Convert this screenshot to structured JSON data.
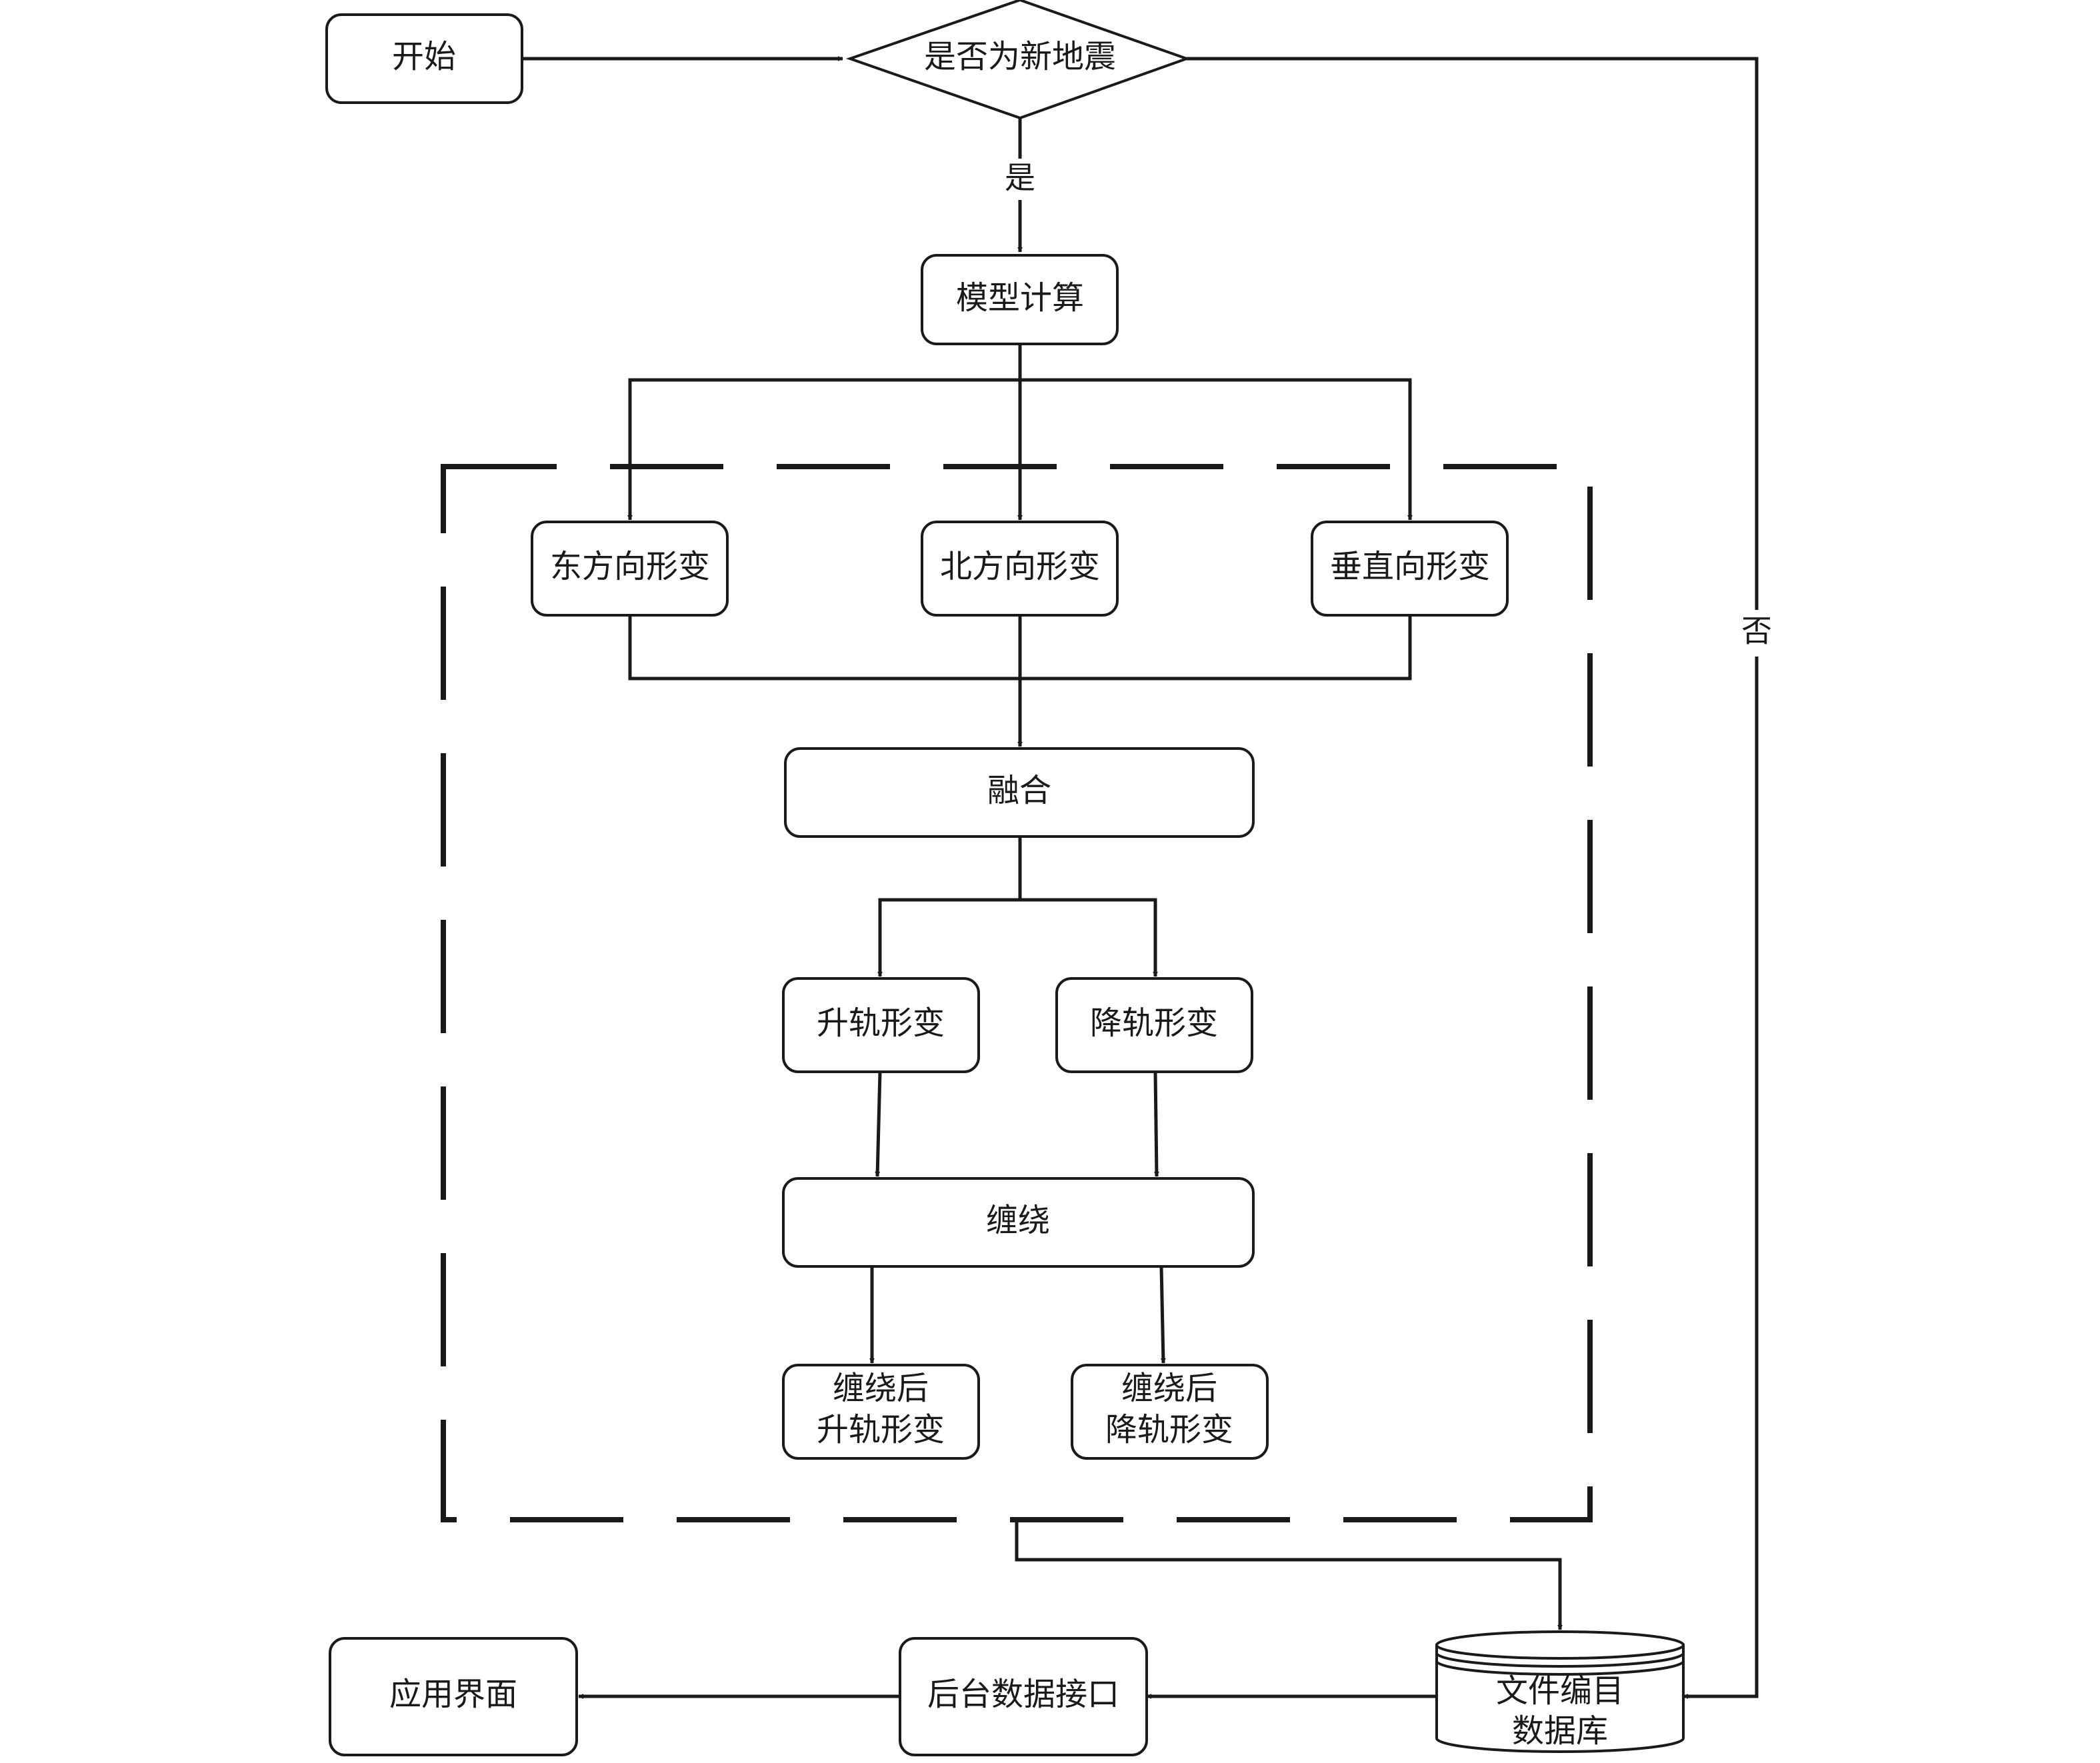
{
  "nodes": {
    "start": "开始",
    "decision": "是否为新地震",
    "model": "模型计算",
    "east": "东方向形变",
    "north": "北方向形变",
    "vertical": "垂直向形变",
    "fusion": "融合",
    "ascending": "升轨形变",
    "descending": "降轨形变",
    "wrapping": "缠绕",
    "wrapped_ascending_line1": "缠绕后",
    "wrapped_ascending_line2": "升轨形变",
    "wrapped_descending_line1": "缠绕后",
    "wrapped_descending_line2": "降轨形变",
    "database_line1": "文件编目",
    "database_line2": "数据库",
    "backend": "后台数据接口",
    "app": "应用界面"
  },
  "edges": {
    "yes": "是",
    "no": "否"
  },
  "colors": {
    "stroke": "#1a1a1a",
    "background": "#ffffff"
  }
}
